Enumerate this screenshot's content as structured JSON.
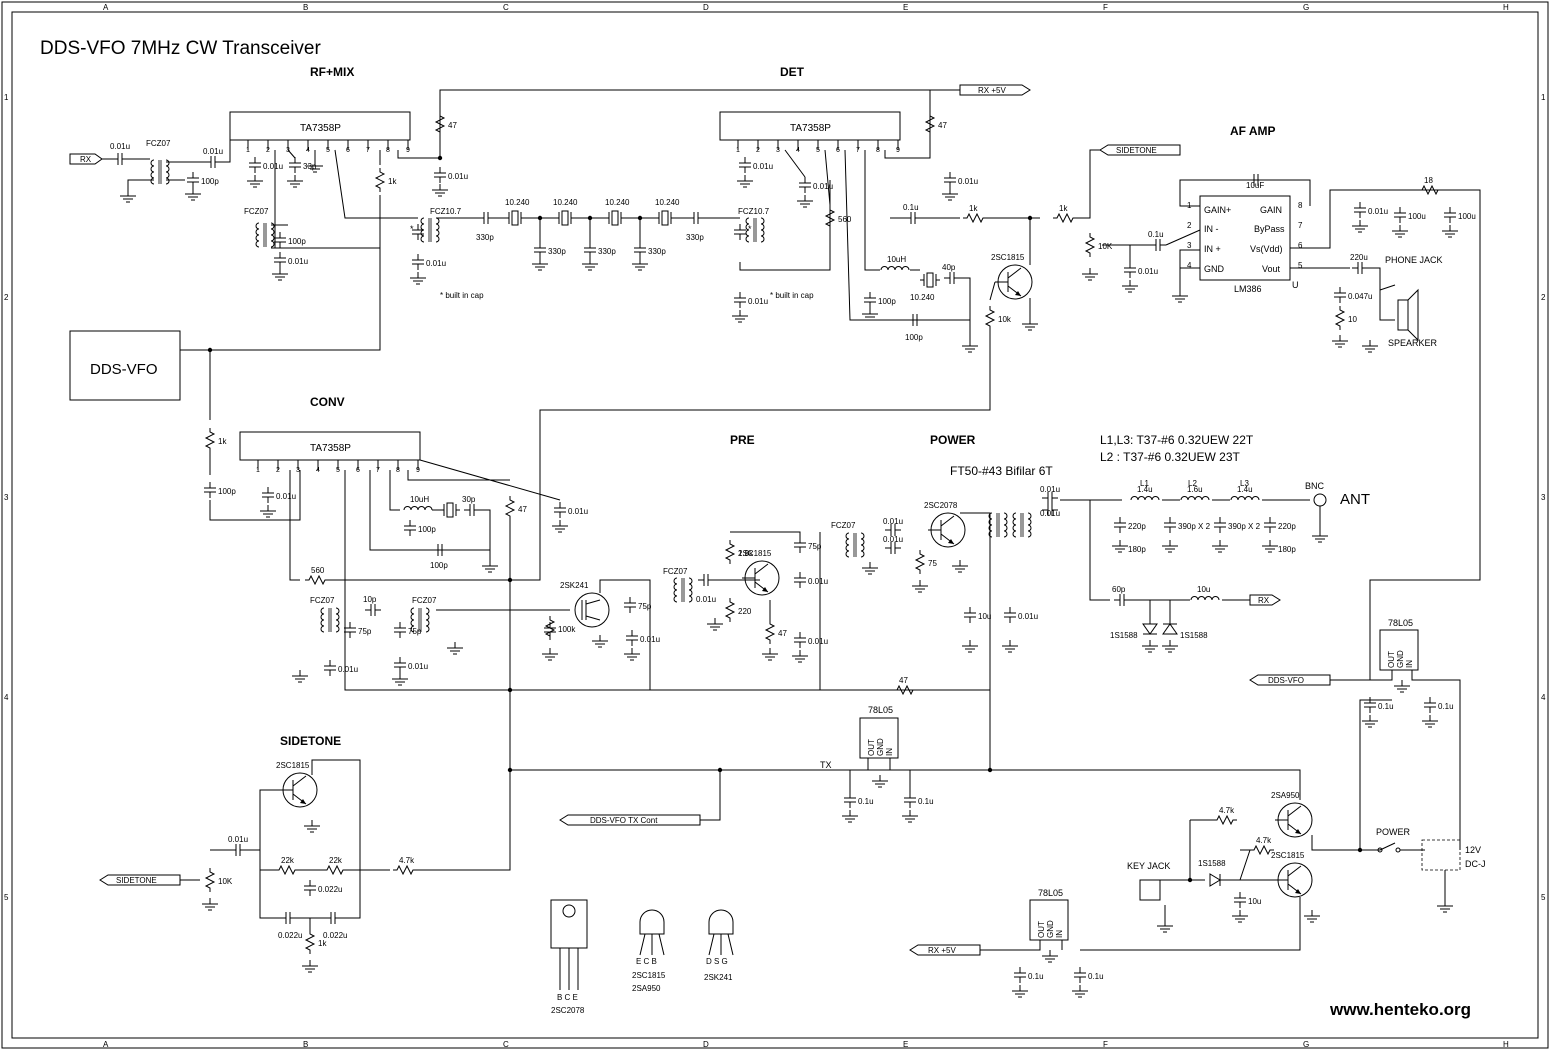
{
  "title": "DDS-VFO 7MHz CW Transceiver",
  "website": "www.henteko.org",
  "border": {
    "columns": [
      "A",
      "B",
      "C",
      "D",
      "E",
      "F",
      "G",
      "H"
    ],
    "rows": [
      "1",
      "2",
      "3",
      "4",
      "5"
    ]
  },
  "sections": {
    "rf_mix": "RF+MIX",
    "det": "DET",
    "af_amp": "AF AMP",
    "conv": "CONV",
    "pre": "PRE",
    "power": "POWER",
    "sidetone": "SIDETONE"
  },
  "blocks": {
    "dds_vfo": "DDS-VFO"
  },
  "ports": {
    "rx_in": "RX",
    "rx_5v_top": "RX +5V",
    "sidetone_top": "SIDETONE",
    "rx_out": "RX",
    "dds_vfo_out": "DDS-VFO",
    "dds_tx_cont": "DDS-VFO TX Cont",
    "sidetone_in": "SIDETONE",
    "rx_5v_bottom": "RX +5V"
  },
  "ics": {
    "ic1": "TA7358P",
    "ic2": "TA7358P",
    "ic3": "TA7358P",
    "lm386": "LM386",
    "reg1": "78L05",
    "reg2": "78L05",
    "reg3": "78L05"
  },
  "ic_pins": [
    "1",
    "2",
    "3",
    "4",
    "5",
    "6",
    "7",
    "8",
    "9"
  ],
  "lm386_pins": {
    "p1": "1",
    "p2": "2",
    "p3": "3",
    "p4": "4",
    "p5": "5",
    "p6": "6",
    "p7": "7",
    "p8": "8",
    "gain_plus": "GAIN+",
    "gain": "GAIN",
    "in_minus": "IN -",
    "bypass": "ByPass",
    "in_plus": "IN +",
    "vs": "Vs(Vdd)",
    "gnd": "GND",
    "vout": "Vout",
    "u": "U"
  },
  "reg_pins": {
    "out": "OUT",
    "gnd": "GND",
    "in": "IN"
  },
  "notes": {
    "built_in_cap_1": "* built in cap",
    "built_in_cap_2": "* built in cap",
    "star": "*",
    "coils_1": "L1,L3: T37-#6 0.32UEW 22T",
    "coils_2": "L2    : T37-#6 0.32UEW 23T",
    "bifilar": "FT50-#43 Bifilar 6T",
    "ant": "ANT",
    "bnc": "BNC",
    "tx": "TX",
    "phone_jack": "PHONE JACK",
    "speaker": "SPEARKER",
    "key_jack": "KEY JACK",
    "power_sw": "POWER",
    "v12": "12V",
    "dcj": "DC-J"
  },
  "values": {
    "c_001u": "0.01u",
    "c_01u": "0.1u",
    "c_100p": "100p",
    "c_33p": "33p",
    "c_330p": "330p",
    "c_75p": "75p",
    "c_10p": "10p",
    "c_30p": "30p",
    "c_40p": "40p",
    "c_60p": "60p",
    "c_10u": "10u",
    "c_100u": "100u",
    "c_10uF": "10uF",
    "c_220u": "220u",
    "c_0047u": "0.047u",
    "c_0022u": "0.022u",
    "c_220p180p": "220p",
    "c_180p": "180p",
    "c_390px2": "390p X 2",
    "r_47": "47",
    "r_1k": "1k",
    "r_560": "560",
    "r_10k": "10k",
    "r_10K": "10K",
    "r_18": "18",
    "r_10": "10",
    "r_100k": "100k",
    "r_18k": "1.8k",
    "r_220": "220",
    "r_75": "75",
    "r_22k": "22k",
    "r_47k": "4.7k",
    "l_10uH": "10uH",
    "l_10u": "10u",
    "l_14u": "1.4u",
    "l_16u": "1.6u",
    "l1": "L1",
    "l2": "L2",
    "l3": "L3",
    "xtal": "10.240",
    "fcz07": "FCZ07",
    "fcz107": "FCZ10.7",
    "q_2sc1815": "2SC1815",
    "q_2sc2078": "2SC2078",
    "q_2sk241": "2SK241",
    "q_2sa950": "2SA950",
    "d_1s1588": "1S1588"
  },
  "pinouts": {
    "bce": "B C E",
    "ecb": "E C B",
    "dsg": "D S G",
    "label_2sc2078": "2SC2078",
    "label_2sc1815": "2SC1815",
    "label_2sa950": "2SA950",
    "label_2sk241": "2SK241"
  }
}
